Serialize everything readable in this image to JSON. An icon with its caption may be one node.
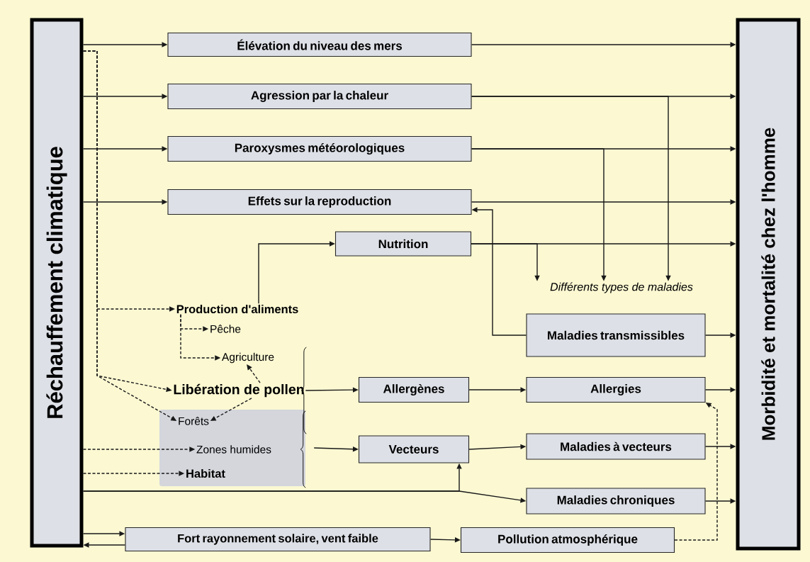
{
  "diagram": {
    "nodes": [
      {
        "text": [
          "Réchauffement climatique"
        ]
      },
      {
        "text": [
          "Morbidité et mortalité chez l'homme"
        ]
      },
      {
        "text": [
          "Élévation du niveau des mers"
        ]
      },
      {
        "text": [
          "Agression par la chaleur"
        ]
      },
      {
        "text": [
          "Paroxysmes météorologiques"
        ]
      },
      {
        "text": [
          "Effets sur la reproduction"
        ]
      },
      {
        "text": [
          "Nutrition"
        ]
      },
      {
        "text": [
          "Différents types de maladies"
        ]
      },
      {
        "text": [
          "Production d'aliments"
        ]
      },
      {
        "text": [
          "Pêche"
        ]
      },
      {
        "text": [
          "Agriculture"
        ]
      },
      {
        "text": [
          "Libération de pollen"
        ]
      },
      {
        "text": [],
        "shape": "box"
      },
      {
        "text": [
          "Forêts"
        ],
        "in": 12
      },
      {
        "text": [
          "Zones humides"
        ],
        "in": 12
      },
      {
        "text": [
          "Habitat"
        ],
        "in": 12
      },
      {
        "text": [
          "Maladies transmissibles"
        ]
      },
      {
        "text": [
          "Allergènes"
        ]
      },
      {
        "text": [
          "Allergies"
        ]
      },
      {
        "text": [
          "Vecteurs"
        ]
      },
      {
        "text": [
          "Maladies à vecteurs"
        ]
      },
      {
        "text": [
          "Maladies chroniques"
        ]
      },
      {
        "text": [
          "Fort rayonnement solaire, vent faible"
        ]
      },
      {
        "text": [
          "Pollution atmosphérique"
        ]
      }
    ],
    "edges": [
      {
        "from": 0,
        "to": 2,
        "arrow": "to"
      },
      {
        "from": 0,
        "to": 3,
        "arrow": "to"
      },
      {
        "from": 0,
        "to": 4,
        "arrow": "to"
      },
      {
        "from": 0,
        "to": 5,
        "arrow": "to"
      },
      {
        "from": 2,
        "to": 1,
        "arrow": "to"
      },
      {
        "from": 3,
        "to": 1,
        "arrow": "to"
      },
      {
        "from": 4,
        "to": 1,
        "arrow": "to"
      },
      {
        "from": 5,
        "to": 1,
        "arrow": "to"
      },
      {
        "from": 6,
        "to": 1,
        "arrow": "to"
      },
      {
        "from": 3,
        "to": 7,
        "arrow": "to"
      },
      {
        "from": 4,
        "to": 7,
        "arrow": "to"
      },
      {
        "from": 6,
        "to": 7,
        "arrow": "to"
      },
      {
        "from": 0,
        "to": 8,
        "arrow": "to",
        "style": "dashed"
      },
      {
        "from": 0,
        "to": 11,
        "arrow": "to",
        "style": "dashed"
      },
      {
        "from": 0,
        "to": 13,
        "arrow": "to",
        "style": "dashed"
      },
      {
        "from": 0,
        "to": 14,
        "arrow": "to",
        "style": "dashed"
      },
      {
        "from": 0,
        "to": 15,
        "arrow": "to",
        "style": "dashed"
      },
      {
        "from": 8,
        "to": 6,
        "arrow": "to"
      },
      {
        "from": 8,
        "to": 9,
        "arrow": "to",
        "style": "dashed"
      },
      {
        "from": 8,
        "to": 10,
        "arrow": "to",
        "style": "dashed"
      },
      {
        "from": 11,
        "to": 10,
        "arrow": "to",
        "style": "dashed"
      },
      {
        "from": 11,
        "to": 13,
        "arrow": "to",
        "style": "dashed"
      },
      {
        "from": 11,
        "to": 17,
        "arrow": "to"
      },
      {
        "from": 12,
        "to": 19,
        "arrow": "to"
      },
      {
        "from": 17,
        "to": 18,
        "arrow": "to"
      },
      {
        "from": 19,
        "to": 20,
        "arrow": "to"
      },
      {
        "from": 16,
        "to": 5,
        "arrow": "to"
      },
      {
        "from": 16,
        "to": 1,
        "arrow": "to"
      },
      {
        "from": 18,
        "to": 1,
        "arrow": "to"
      },
      {
        "from": 20,
        "to": 1,
        "arrow": "to"
      },
      {
        "from": 21,
        "to": 1,
        "arrow": "to"
      },
      {
        "from": 0,
        "to": 19,
        "arrow": "to"
      },
      {
        "from": 0,
        "to": 21,
        "arrow": "to"
      },
      {
        "from": 0,
        "to": 22,
        "arrow": "to"
      },
      {
        "from": 22,
        "to": 0,
        "arrow": "to"
      },
      {
        "from": 22,
        "to": 23,
        "arrow": "to"
      },
      {
        "from": 23,
        "to": 18,
        "arrow": "to",
        "style": "dashed"
      }
    ]
  }
}
